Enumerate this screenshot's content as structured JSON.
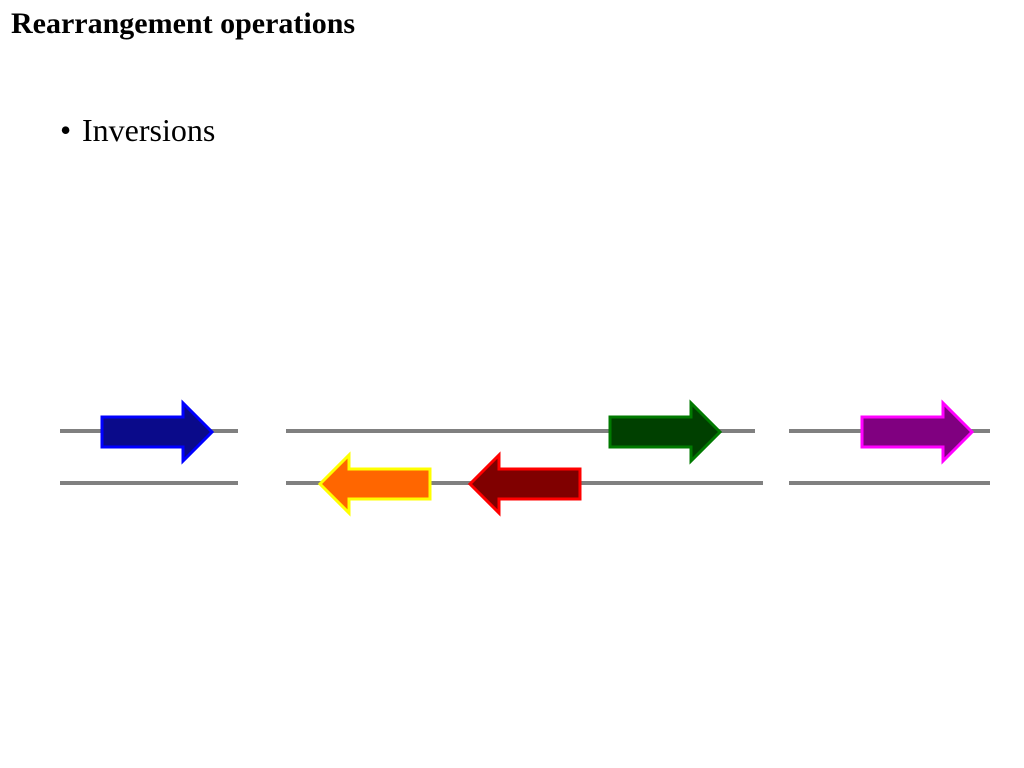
{
  "slide": {
    "title": "Rearrangement operations",
    "bullets": [
      {
        "marker": "•",
        "text": "Inversions"
      }
    ]
  },
  "diagram": {
    "line_color": "#808080",
    "genes": [
      {
        "name": "blue",
        "direction": "right",
        "fill": "#0a0a8a",
        "stroke": "#0000ff"
      },
      {
        "name": "green",
        "direction": "right",
        "fill": "#004000",
        "stroke": "#007a00"
      },
      {
        "name": "purple",
        "direction": "right",
        "fill": "#800080",
        "stroke": "#ff00ff"
      },
      {
        "name": "orange",
        "direction": "left",
        "fill": "#ff6600",
        "stroke": "#ffff00"
      },
      {
        "name": "red",
        "direction": "left",
        "fill": "#800000",
        "stroke": "#ff0000"
      }
    ]
  }
}
